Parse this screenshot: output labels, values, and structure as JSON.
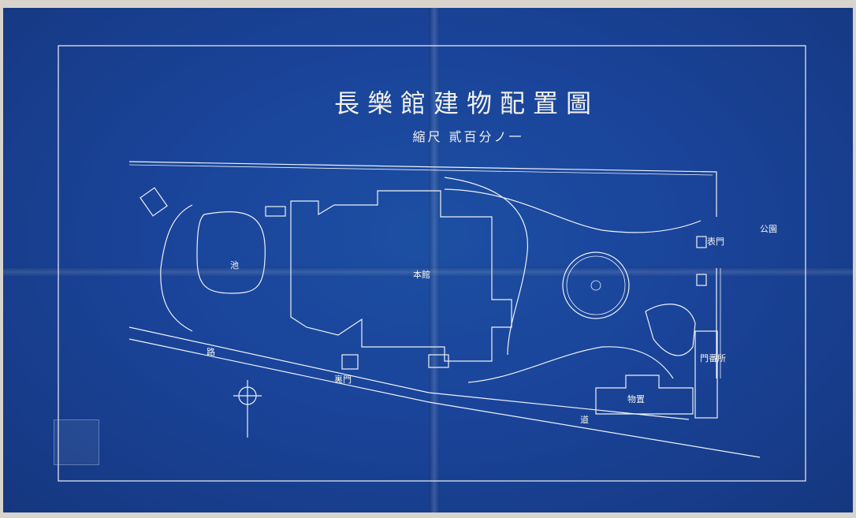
{
  "document": {
    "title": "長樂館建物配置圖",
    "scale": "縮尺 貳百分ノ一"
  },
  "labels": {
    "main_building": "本館",
    "pond": "池",
    "front_gate": "表門",
    "rear_gate": "裏門",
    "guard_house": "門番所",
    "storehouse": "物置",
    "park": "公園",
    "road": "道路",
    "road_left": "路",
    "road_right": "道"
  },
  "colors": {
    "blueprint": "#1a449a",
    "line": "#eef2f6"
  }
}
